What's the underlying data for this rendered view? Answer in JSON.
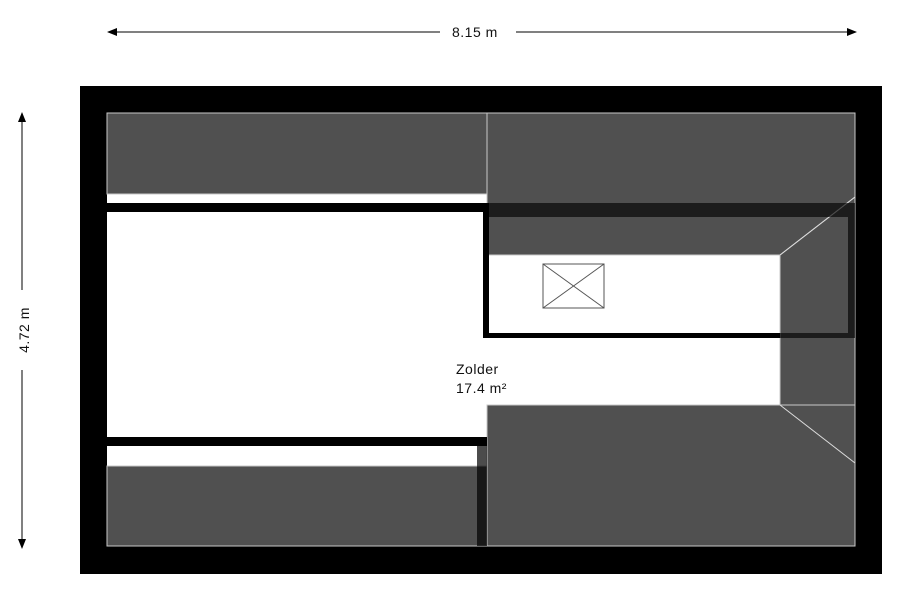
{
  "dimensions": {
    "width_label": "8.15 m",
    "height_label": "4.72 m"
  },
  "room": {
    "name": "Zolder",
    "area": "17.4 m²"
  },
  "colors": {
    "wall": "#000000",
    "slope": "#505050",
    "floor": "#ffffff",
    "edge": "#c8c8c8"
  }
}
